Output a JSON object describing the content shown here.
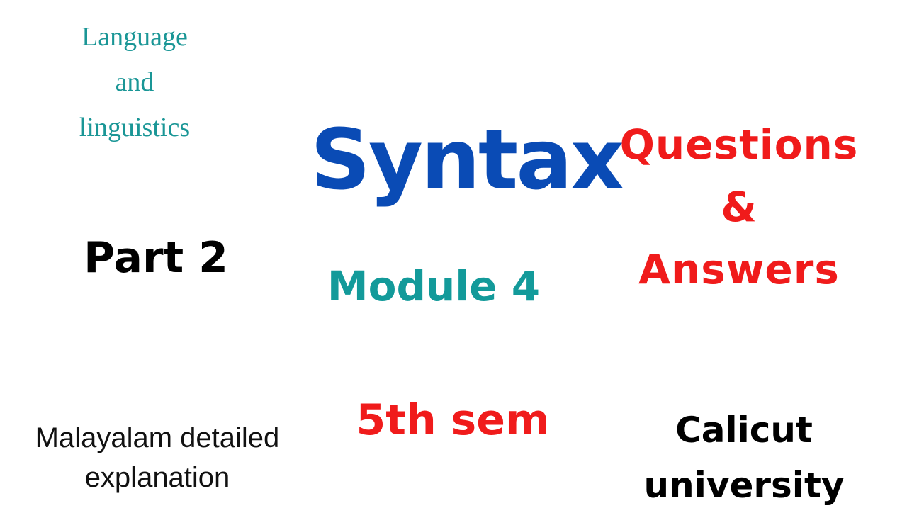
{
  "thumbnail": {
    "background_color": "#ffffff",
    "topic": {
      "line1": "Language",
      "line2": "and",
      "line3": "linguistics",
      "color": "#1a9696"
    },
    "title": {
      "text": "Syntax",
      "color": "#0a4bb5"
    },
    "questions_answers": {
      "line1": "Questions",
      "line2": "&",
      "line3": "Answers",
      "color": "#f01b1b"
    },
    "part": {
      "text": "Part 2",
      "color": "#000000"
    },
    "module": {
      "text": "Module 4",
      "color": "#139a9a"
    },
    "semester": {
      "text": "5th sem",
      "color": "#f01b1b"
    },
    "language_note": {
      "line1": "Malayalam detailed",
      "line2": "explanation",
      "color": "#111111"
    },
    "university": {
      "line1": "Calicut",
      "line2": "university",
      "color": "#000000"
    }
  }
}
